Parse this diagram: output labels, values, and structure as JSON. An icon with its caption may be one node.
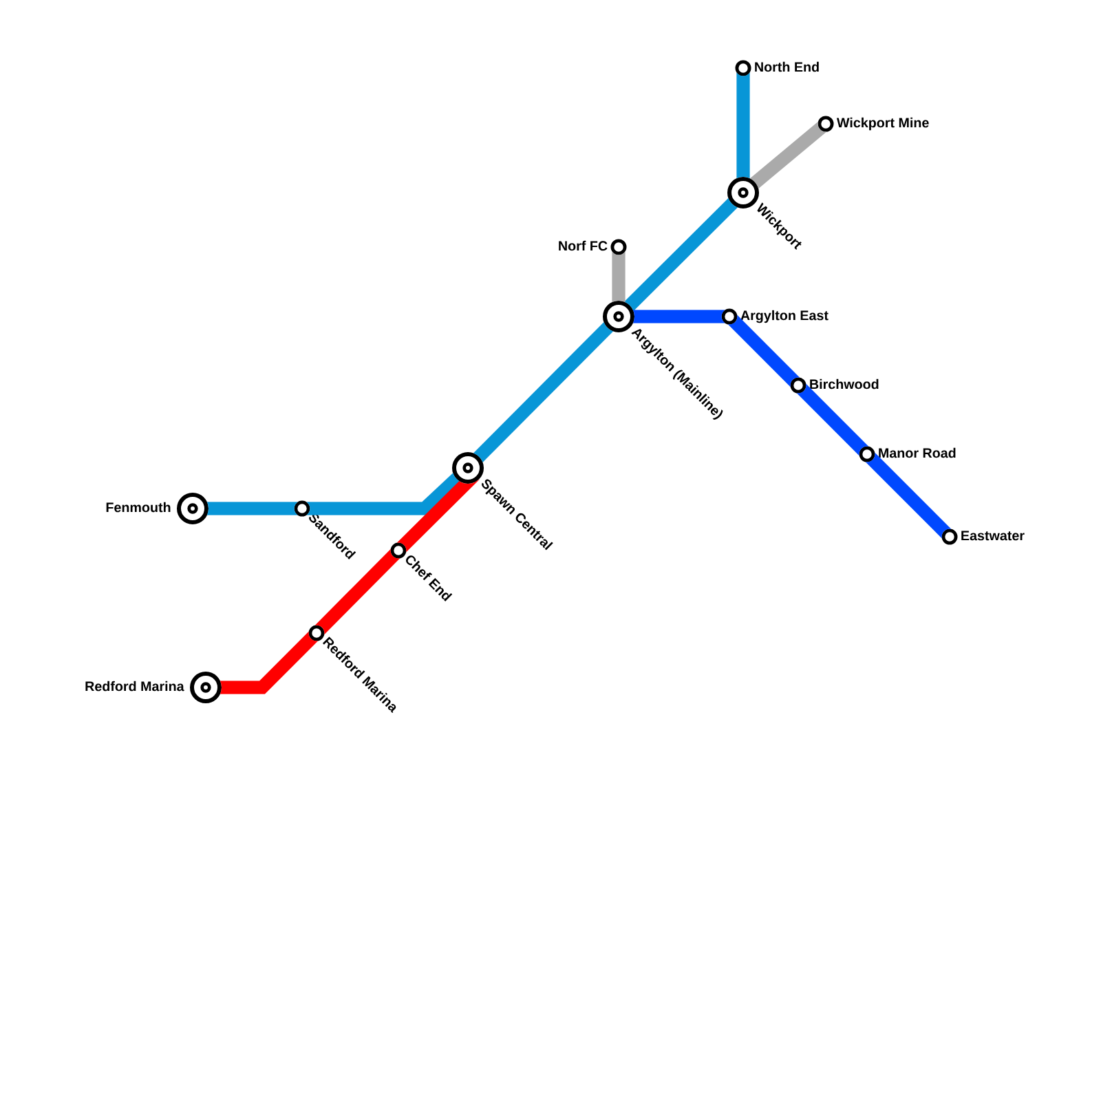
{
  "diagram": {
    "nodes": [
      {
        "text": [],
        "shape": "circle",
        "beside": [
          "North End"
        ]
      },
      {
        "text": [],
        "shape": "circle",
        "beside": [
          "Wickport Mine"
        ]
      },
      {
        "text": [],
        "shape": "bullseye",
        "beside": [
          "Wickport"
        ]
      },
      {
        "text": [],
        "shape": "circle",
        "beside": [
          "Norf FC"
        ]
      },
      {
        "text": [],
        "shape": "bullseye",
        "beside": [
          "Argylton (Mainline)"
        ]
      },
      {
        "text": [],
        "shape": "circle",
        "beside": [
          "Argylton East"
        ]
      },
      {
        "text": [],
        "shape": "circle",
        "beside": [
          "Birchwood"
        ]
      },
      {
        "text": [],
        "shape": "circle",
        "beside": [
          "Manor Road"
        ]
      },
      {
        "text": [],
        "shape": "bullseye",
        "beside": [
          "Spawn Central"
        ]
      },
      {
        "text": [],
        "shape": "bullseye",
        "beside": [
          "Fenmouth"
        ]
      },
      {
        "text": [],
        "shape": "circle",
        "beside": [
          "Sandford"
        ]
      },
      {
        "text": [],
        "shape": "circle",
        "beside": [
          "Eastwater"
        ]
      },
      {
        "text": [],
        "shape": "circle",
        "beside": [
          "Chef End"
        ]
      },
      {
        "text": [],
        "shape": "circle",
        "beside": [
          "Redford Marina"
        ]
      },
      {
        "text": [],
        "shape": "bullseye",
        "beside": [
          "Redford Marina"
        ]
      }
    ],
    "edges": [
      {
        "from": 9,
        "to": 10,
        "arrow": "none",
        "color": "#0896d7"
      },
      {
        "from": 10,
        "to": 8,
        "arrow": "none",
        "color": "#0896d7"
      },
      {
        "from": 8,
        "to": 4,
        "arrow": "none",
        "color": "#0896d7"
      },
      {
        "from": 4,
        "to": 2,
        "arrow": "none",
        "color": "#0896d7"
      },
      {
        "from": 2,
        "to": 0,
        "arrow": "none",
        "color": "#0896d7"
      },
      {
        "from": 3,
        "to": 4,
        "arrow": "none",
        "color": "#aaaaaa"
      },
      {
        "from": 2,
        "to": 1,
        "arrow": "none",
        "color": "#aaaaaa"
      },
      {
        "from": 4,
        "to": 5,
        "arrow": "none",
        "color": "#0048ff"
      },
      {
        "from": 5,
        "to": 6,
        "arrow": "none",
        "color": "#0048ff"
      },
      {
        "from": 6,
        "to": 7,
        "arrow": "none",
        "color": "#0048ff"
      },
      {
        "from": 7,
        "to": 11,
        "arrow": "none",
        "color": "#0048ff"
      },
      {
        "from": 14,
        "to": 13,
        "arrow": "none",
        "color": "#ff0000"
      },
      {
        "from": 13,
        "to": 12,
        "arrow": "none",
        "color": "#ff0000"
      },
      {
        "from": 12,
        "to": 8,
        "arrow": "none",
        "color": "#ff0000"
      }
    ]
  }
}
